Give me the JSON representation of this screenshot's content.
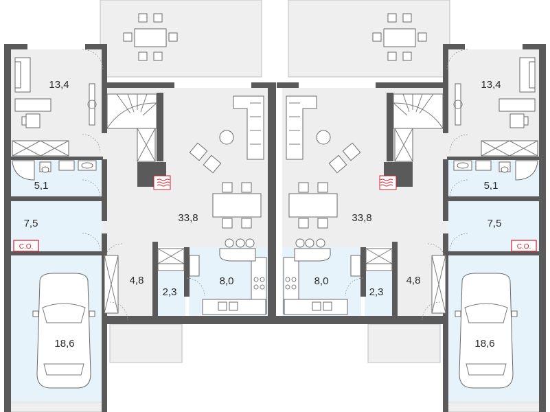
{
  "plan": {
    "left_unit": {
      "living_area": "13,4",
      "bathroom_area": "5,1",
      "boiler_room_area": "7,5",
      "boiler_room_tag": "C.O.",
      "garage_area": "18,6",
      "main_hall_area": "33,8",
      "wardrobe_area": "4,8",
      "pantry_area": "2,3",
      "kitchen_area": "8,0"
    },
    "right_unit": {
      "living_area": "13,4",
      "bathroom_area": "5,1",
      "boiler_room_area": "7,5",
      "boiler_room_tag": "C.O.",
      "garage_area": "18,6",
      "main_hall_area": "33,8",
      "wardrobe_area": "4,8",
      "pantry_area": "2,3",
      "kitchen_area": "8,0"
    },
    "colors": {
      "wall": "#5a5a5a",
      "floor": "#eeeeee",
      "wet_room": "#e6f3fb",
      "tag_red": "#d01f2f"
    }
  }
}
